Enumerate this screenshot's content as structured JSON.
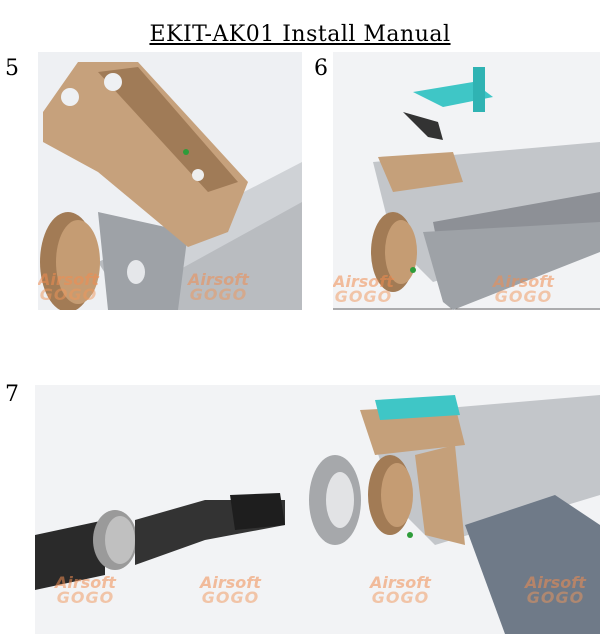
{
  "title": "EKIT-AK01 Install Manual",
  "steps": [
    {
      "number": "5"
    },
    {
      "number": "6"
    },
    {
      "number": "7"
    }
  ],
  "watermark": {
    "line1": "Airsoft",
    "line2": "GOGO"
  },
  "colors": {
    "bronze": "#b8926a",
    "steel": "#b5b8bc",
    "teal": "#3fc6c6",
    "barrel": "#2a2a2a"
  }
}
